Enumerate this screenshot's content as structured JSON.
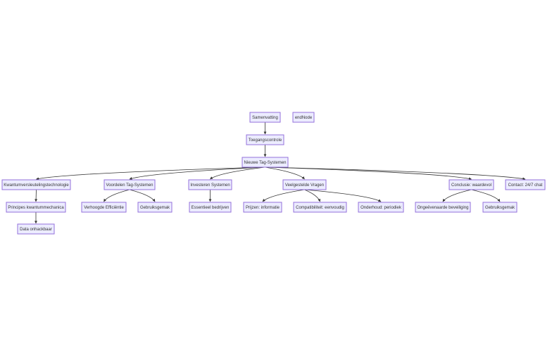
{
  "colors": {
    "node_fill": "#ececff",
    "node_stroke": "#9370db",
    "edge": "#333333",
    "text": "#333333"
  },
  "nodes": [
    {
      "id": "samenvatting",
      "label": "Samenvatting"
    },
    {
      "id": "endnode",
      "label": "endNode"
    },
    {
      "id": "toegang",
      "label": "Toegangscontrole"
    },
    {
      "id": "nieuwe",
      "label": "Nieuwe Tag-Systemen"
    },
    {
      "id": "kwantum",
      "label": "Kwantumversleutelingstechnologie"
    },
    {
      "id": "voordelen",
      "label": "Voordelen Tag-Systemen"
    },
    {
      "id": "investeren",
      "label": "Investeren Systemen"
    },
    {
      "id": "faq",
      "label": "Veelgestelde Vragen"
    },
    {
      "id": "conclusie",
      "label": "Conclusie: waardevol"
    },
    {
      "id": "contact",
      "label": "Contact: 24/7 chat"
    },
    {
      "id": "principes",
      "label": "Principes kwantummechanica"
    },
    {
      "id": "efficientie",
      "label": "Verhoogde Efficiëntie"
    },
    {
      "id": "gebruiksgemak1",
      "label": "Gebruiksgemak"
    },
    {
      "id": "essentieel",
      "label": "Essentieel bedrijven"
    },
    {
      "id": "prijzen",
      "label": "Prijzen: informatie"
    },
    {
      "id": "compat",
      "label": "Compatibiliteit: eenvoudig"
    },
    {
      "id": "onderhoud",
      "label": "Onderhoud: periodiek"
    },
    {
      "id": "beveiliging",
      "label": "Ongeëvenaarde beveiliging"
    },
    {
      "id": "gebruiksgemak2",
      "label": "Gebruiksgemak"
    },
    {
      "id": "data",
      "label": "Data onhackbaar"
    }
  ],
  "edges": [
    {
      "from": "samenvatting",
      "to": "toegang"
    },
    {
      "from": "toegang",
      "to": "nieuwe"
    },
    {
      "from": "nieuwe",
      "to": "kwantum"
    },
    {
      "from": "nieuwe",
      "to": "voordelen"
    },
    {
      "from": "nieuwe",
      "to": "investeren"
    },
    {
      "from": "nieuwe",
      "to": "faq"
    },
    {
      "from": "nieuwe",
      "to": "conclusie"
    },
    {
      "from": "nieuwe",
      "to": "contact"
    },
    {
      "from": "kwantum",
      "to": "principes"
    },
    {
      "from": "principes",
      "to": "data"
    },
    {
      "from": "voordelen",
      "to": "efficientie"
    },
    {
      "from": "voordelen",
      "to": "gebruiksgemak1"
    },
    {
      "from": "investeren",
      "to": "essentieel"
    },
    {
      "from": "faq",
      "to": "prijzen"
    },
    {
      "from": "faq",
      "to": "compat"
    },
    {
      "from": "faq",
      "to": "onderhoud"
    },
    {
      "from": "conclusie",
      "to": "beveiliging"
    },
    {
      "from": "conclusie",
      "to": "gebruiksgemak2"
    }
  ]
}
